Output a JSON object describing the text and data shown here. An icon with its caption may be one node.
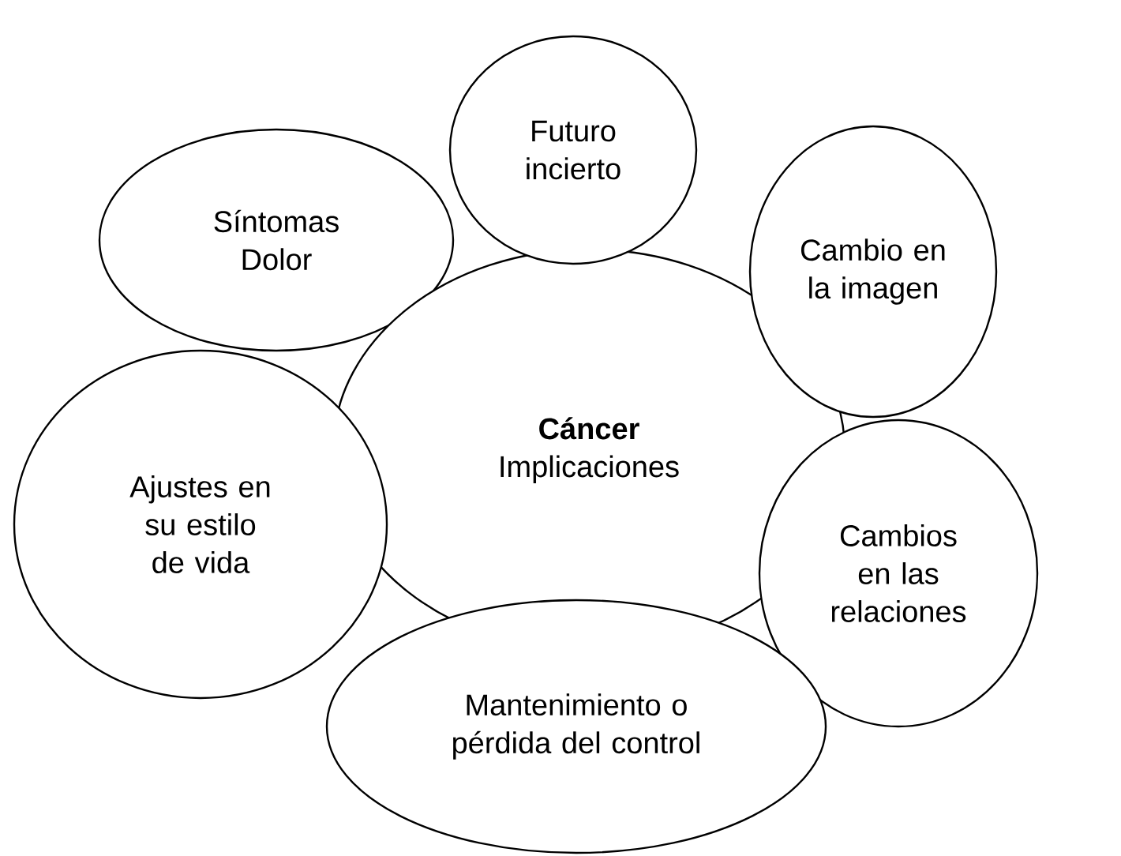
{
  "diagram": {
    "nodes": [
      {
        "text": [
          "Futuro incierto"
        ]
      },
      {
        "text": [
          "Síntomas Dolor"
        ]
      },
      {
        "text": [
          "Cambio en la imagen"
        ]
      },
      {
        "text": [
          "Cáncer",
          "Implicaciones"
        ]
      },
      {
        "text": [
          "Ajustes en su estilo de vida"
        ]
      },
      {
        "text": [
          "Cambios en las relaciones"
        ]
      },
      {
        "text": [
          "Mantenimiento o pérdida del control"
        ]
      }
    ]
  }
}
